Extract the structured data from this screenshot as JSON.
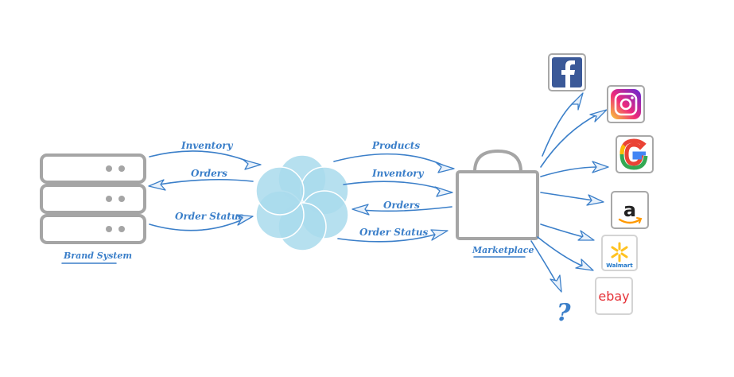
{
  "nodes": {
    "brand_system": "Brand System",
    "marketplace": "Marketplace"
  },
  "edges": {
    "brand_inventory": "Inventory",
    "brand_orders": "Orders",
    "brand_order_status": "Order Status",
    "market_products": "Products",
    "market_inventory": "Inventory",
    "market_orders": "Orders",
    "market_order_status": "Order Status"
  },
  "channels": [
    {
      "name": "Facebook",
      "icon": "facebook-icon",
      "color": "#3b5998"
    },
    {
      "name": "Instagram",
      "icon": "instagram-icon",
      "color": "#c13584"
    },
    {
      "name": "Google",
      "icon": "google-icon",
      "color": "#4285f4"
    },
    {
      "name": "Amazon",
      "icon": "amazon-icon",
      "color": "#ff9900"
    },
    {
      "name": "Walmart",
      "icon": "walmart-icon",
      "color": "#ffc220",
      "wordmark": "Walmart"
    },
    {
      "name": "eBay",
      "icon": "ebay-icon",
      "color": "#e53238",
      "wordmark": "ebay"
    }
  ],
  "unknown_channel": "?",
  "colors": {
    "accent": "#3b7fc9",
    "hub": "#a9dbec",
    "outline": "#a5a5a5"
  }
}
